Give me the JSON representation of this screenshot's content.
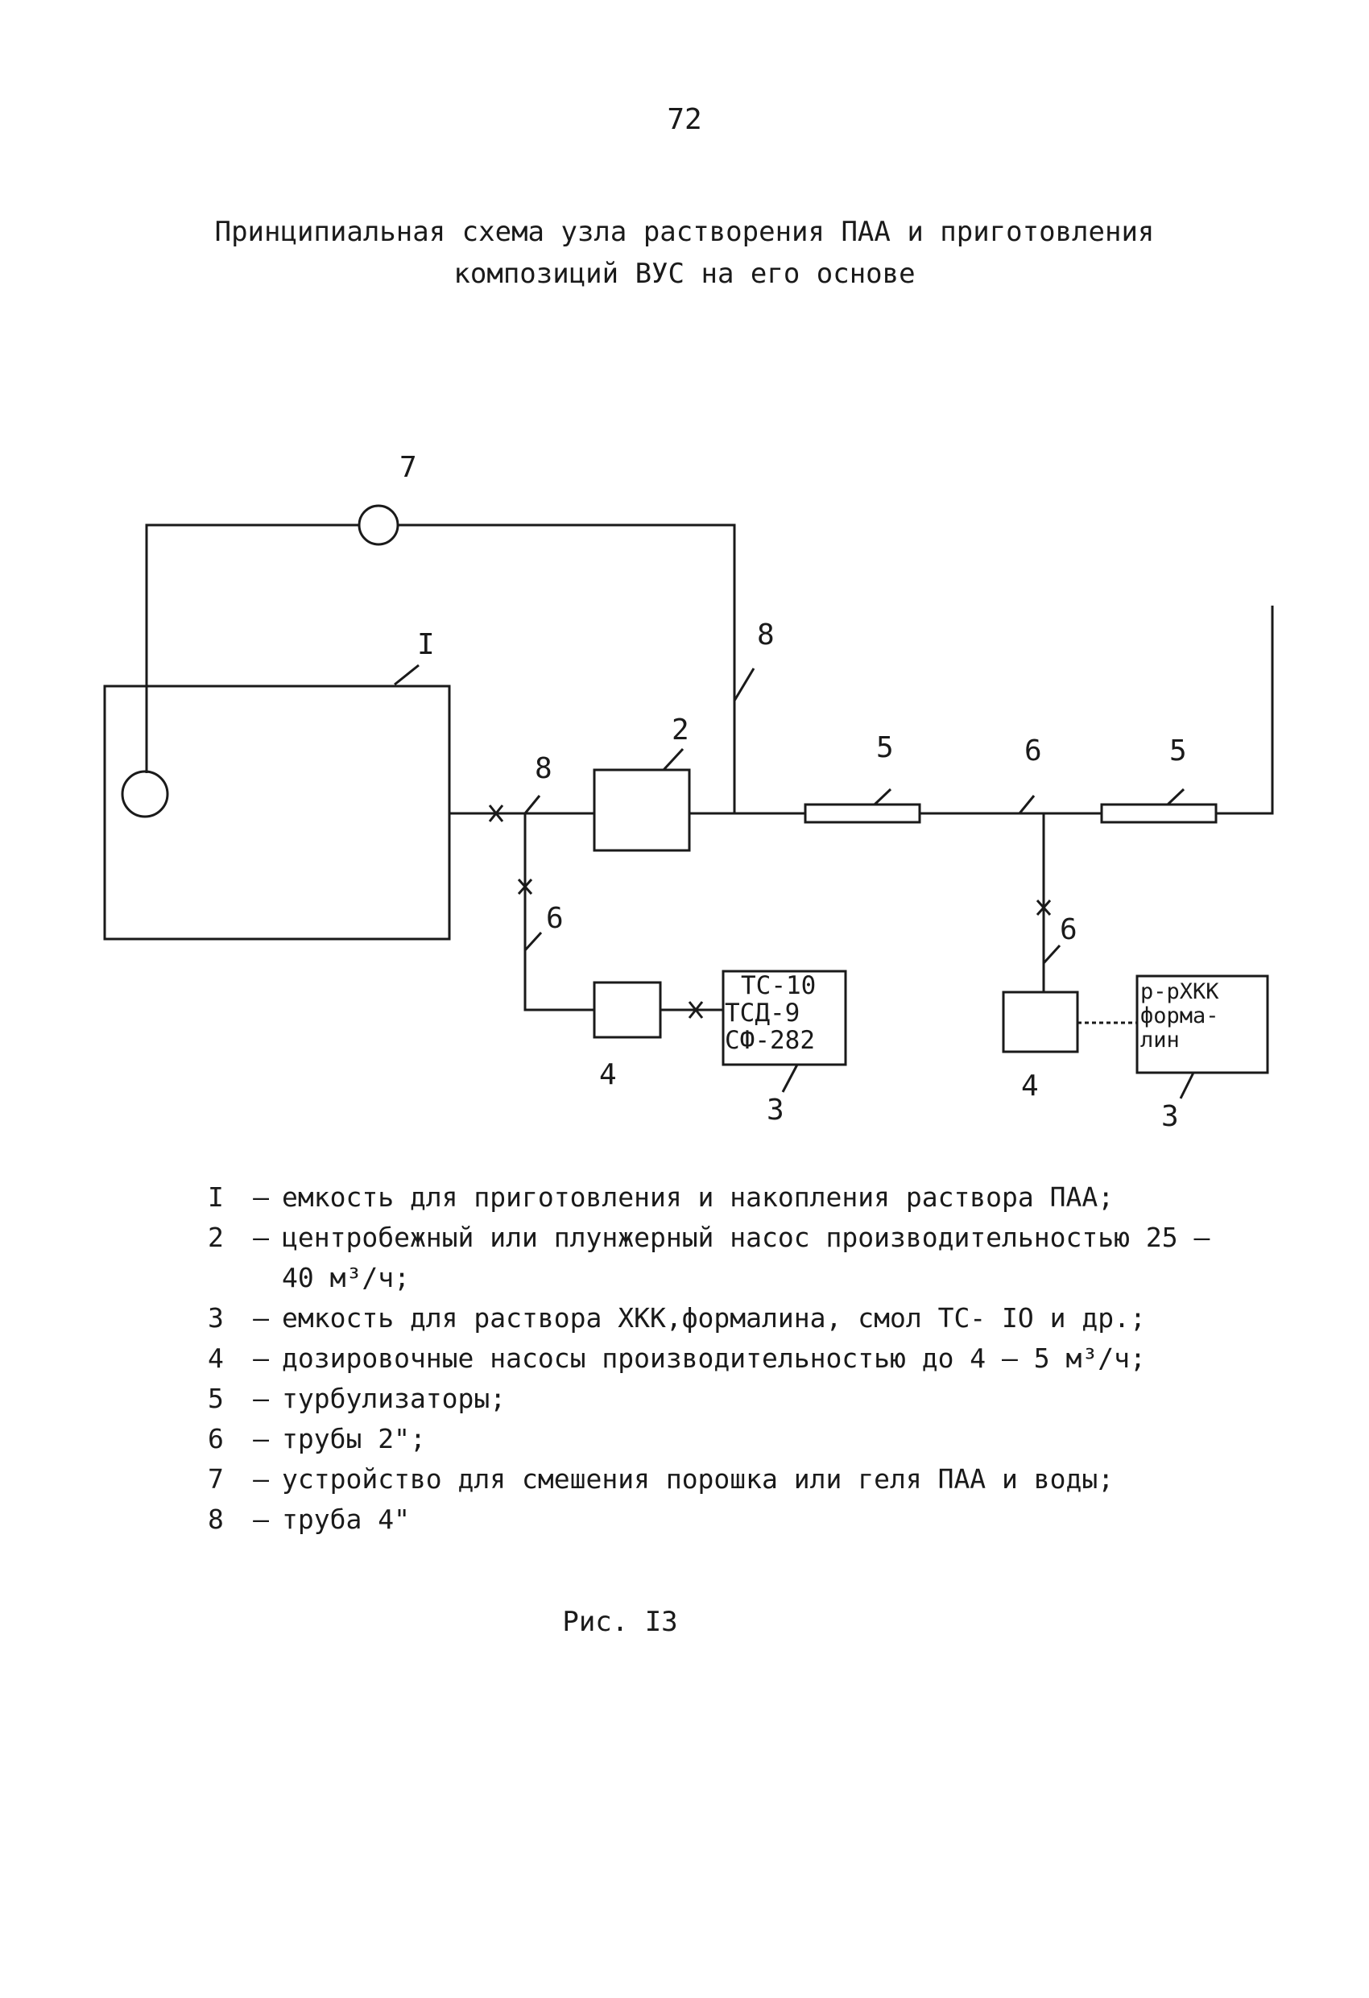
{
  "page_number": "72",
  "title": {
    "line1": "Принципиальная схема узла растворения ПАА и приготовления",
    "line2": "композиций ВУС на его основе"
  },
  "diagram": {
    "labels": {
      "mixer": "7",
      "tank": "I",
      "pipe_return": "8",
      "pump": "2",
      "pipe_inlet": "8",
      "turbulizer_left": "5",
      "pipe_main": "6",
      "turbulizer_right": "5",
      "pipe_branch_left": "6",
      "pipe_branch_right": "6",
      "doser_left": "4",
      "doser_right": "4",
      "vessel_left": "3",
      "vessel_right": "3"
    },
    "vessel_left_text": [
      "ТС-10",
      "ТСД-9",
      "СФ-282"
    ],
    "vessel_right_text": [
      "р-рХКК",
      "форма-",
      "лин"
    ]
  },
  "legend": [
    {
      "num": "I",
      "dash": "–",
      "text": "емкость для приготовления и накопления раствора ПАА;"
    },
    {
      "num": "2",
      "dash": "–",
      "text": "центробежный или плунжерный насос производительностью 25 – 40 м³/ч;"
    },
    {
      "num": "3",
      "dash": "–",
      "text": "емкость для раствора ХКК,формалина, смол ТС- IO и др.;"
    },
    {
      "num": "4",
      "dash": "–",
      "text": "дозировочные насосы производительностью до 4 – 5 м³/ч;"
    },
    {
      "num": "5",
      "dash": "–",
      "text": "турбулизаторы;"
    },
    {
      "num": "6",
      "dash": "–",
      "text": "трубы 2\";"
    },
    {
      "num": "7",
      "dash": "–",
      "text": "устройство для смешения порошка или геля ПАА и воды;"
    },
    {
      "num": "8",
      "dash": "–",
      "text": "труба 4\""
    }
  ],
  "caption": "Рис. I3"
}
